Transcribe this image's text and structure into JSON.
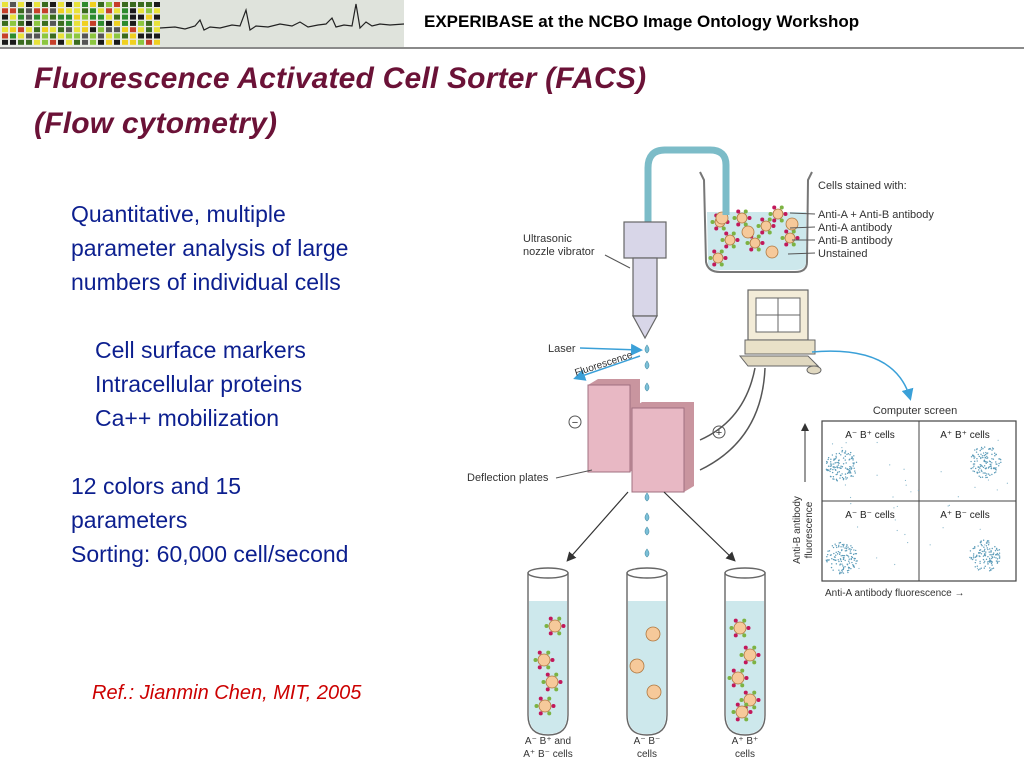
{
  "header": {
    "title": "EXPERIBASE at the NCBO Image Ontology Workshop"
  },
  "slide": {
    "title_line1": "Fluorescence Activated Cell Sorter (FACS)",
    "title_line2": "(Flow cytometry)",
    "body": {
      "intro": [
        "Quantitative, multiple",
        "parameter analysis of large",
        "numbers of individual cells"
      ],
      "applications": [
        "Cell surface markers",
        "Intracellular proteins",
        "Ca++ mobilization"
      ],
      "specs": [
        "12 colors and 15",
        "parameters",
        "Sorting: 60,000 cell/second"
      ]
    },
    "reference": "Ref.: Jianmin Chen, MIT, 2005"
  },
  "figure": {
    "nozzle_label": [
      "Ultrasonic",
      "nozzle vibrator"
    ],
    "laser_label": "Laser",
    "fluorescence_label": "Fluorescence",
    "deflection_label": "Deflection plates",
    "minus_sign": "−",
    "plus_sign": "+",
    "legend": {
      "title": "Cells stained with:",
      "items": [
        "Anti-A + Anti-B antibody",
        "Anti-A antibody",
        "Anti-B antibody",
        "Unstained"
      ]
    },
    "computer_screen": {
      "title": "Computer screen",
      "quadrants": [
        "A⁻ B⁺ cells",
        "A⁺ B⁺ cells",
        "A⁻ B⁻ cells",
        "A⁺ B⁻ cells"
      ],
      "y_axis": [
        "Anti-B antibody",
        "fluorescence"
      ],
      "x_axis": "Anti-A antibody fluorescence →"
    },
    "tubes": [
      {
        "label": [
          "A⁻ B⁺ and",
          "A⁺ B⁻ cells"
        ]
      },
      {
        "label": [
          "A⁻ B⁻",
          "cells"
        ]
      },
      {
        "label": [
          "A⁺ B⁺",
          "cells"
        ]
      }
    ]
  },
  "colors": {
    "title": "#6b1237",
    "body": "#0c1f8f",
    "reference": "#cc0000",
    "plate": "#e8b8c4",
    "tube_fluid": "#cde8ec"
  }
}
